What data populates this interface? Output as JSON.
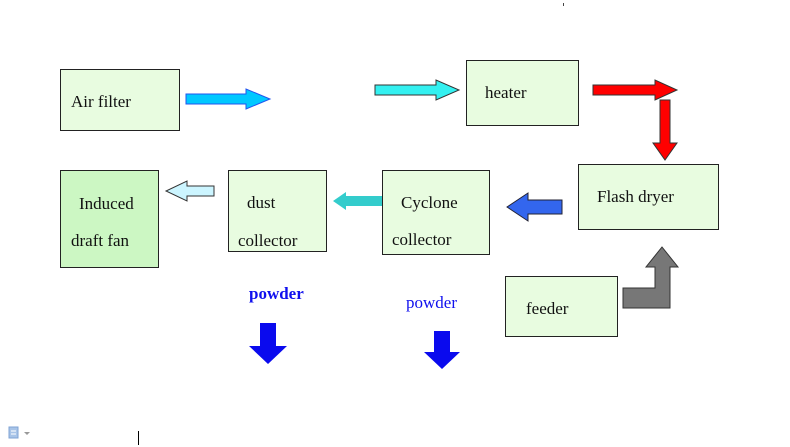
{
  "diagram": {
    "nodes": {
      "air_filter": {
        "label": "Air filter"
      },
      "heater": {
        "label": "heater"
      },
      "flash_dryer": {
        "label": "Flash dryer"
      },
      "cyclone_collector": {
        "line1": "Cyclone",
        "line2": "collector"
      },
      "dust_collector": {
        "line1": "dust",
        "line2": "collector"
      },
      "induced_draft_fan": {
        "line1": "Induced",
        "line2": "draft fan"
      },
      "feeder": {
        "label": "feeder"
      }
    },
    "outputs": [
      {
        "label": "powder",
        "style": "bold"
      },
      {
        "label": "powder",
        "style": "normal"
      }
    ],
    "edges": [
      {
        "from": "air_filter",
        "to": "heater",
        "color": "#00c8ff"
      },
      {
        "from": "heater",
        "to": "flash_dryer",
        "color": "#ff0000"
      },
      {
        "from": "feeder",
        "to": "flash_dryer",
        "color": "#777777"
      },
      {
        "from": "flash_dryer",
        "to": "cyclone_collector",
        "color": "#3366ee"
      },
      {
        "from": "cyclone_collector",
        "to": "dust_collector",
        "color": "#33cccc"
      },
      {
        "from": "dust_collector",
        "to": "induced_draft_fan",
        "color": "#ccf5ff"
      },
      {
        "from": "dust_collector",
        "to": "powder",
        "color": "#0a0aee"
      },
      {
        "from": "cyclone_collector",
        "to": "powder",
        "color": "#0a0aee"
      }
    ]
  }
}
